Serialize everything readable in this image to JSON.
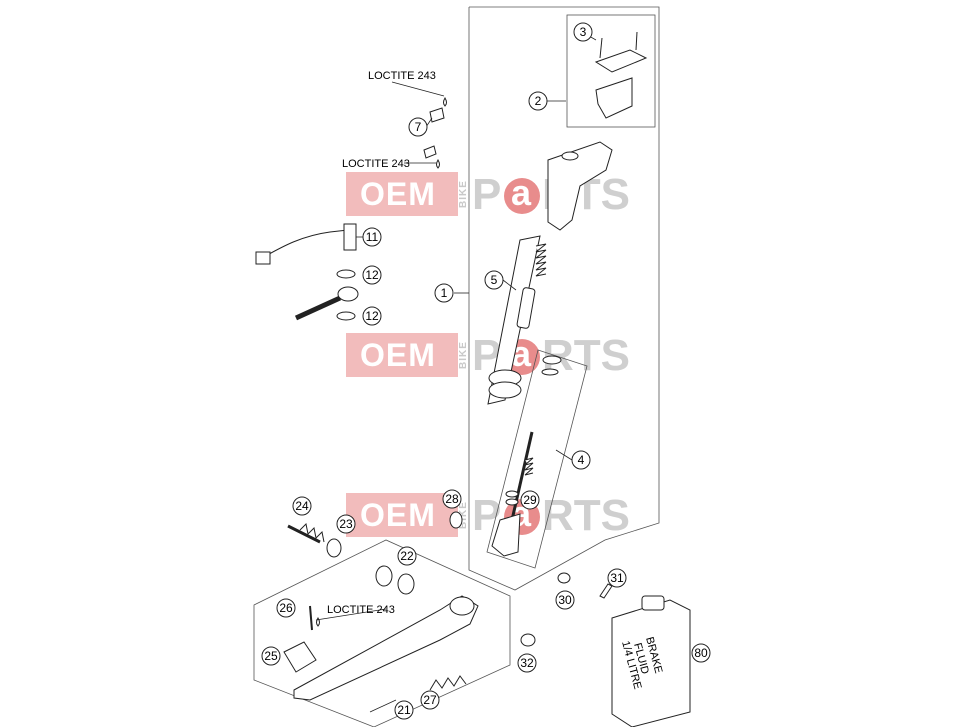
{
  "watermark": {
    "oem": "OEM",
    "bike": "BIKE",
    "p": "P",
    "a": "a",
    "rts": "RTS"
  },
  "loctite_labels": [
    "LOCTITE 243",
    "LOCTITE 243",
    "LOCTITE 243"
  ],
  "callouts": [
    "1",
    "2",
    "3",
    "4",
    "5",
    "7",
    "11",
    "12",
    "12",
    "21",
    "22",
    "23",
    "24",
    "25",
    "26",
    "27",
    "28",
    "29",
    "30",
    "31",
    "32",
    "80"
  ],
  "fluid_bottle": {
    "line1": "BRAKE",
    "line2": "FLUID",
    "line3": "1/4 LITRE"
  }
}
